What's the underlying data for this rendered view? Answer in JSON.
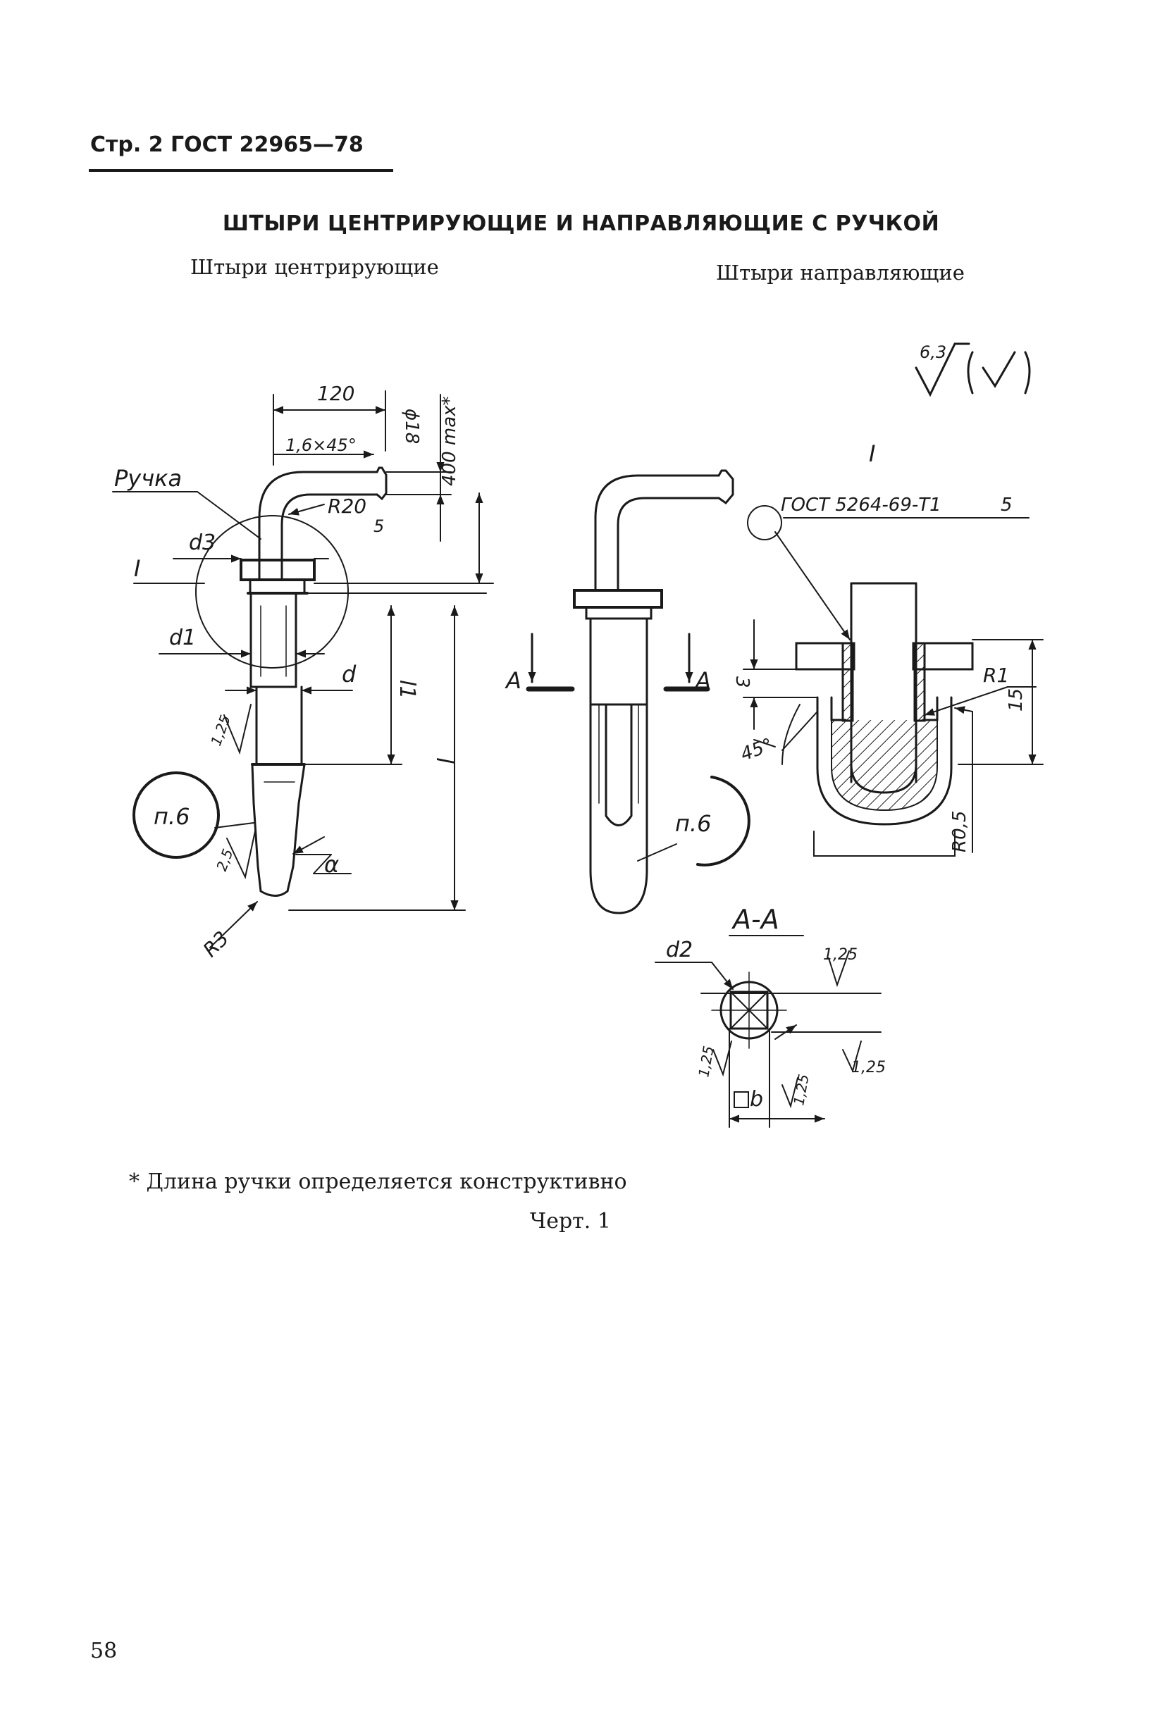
{
  "header": {
    "text": "Стр. 2 ГОСТ 22965—78"
  },
  "title": "ШТЫРИ ЦЕНТРИРУЮЩИЕ И НАПРАВЛЯЮЩИЕ С РУЧКОЙ",
  "subtitles": {
    "left": "Штыри центрирующие",
    "right": "Штыри направляющие"
  },
  "drawing": {
    "roughness_main": "6,3",
    "roughness_paren": "(√)",
    "labels": {
      "dim_120": "120",
      "chamfer": "1,6×45°",
      "dia18": "ϕ18",
      "max400": "400 max*",
      "handle": "Ручка",
      "r20": "R20",
      "dim5": "5",
      "d3": "d3",
      "view_I": "I",
      "d1": "d1",
      "d": "d",
      "l1": "l1",
      "l": "l",
      "r125": "1,25",
      "p6": "п.6",
      "r25": "2,5",
      "alpha": "α",
      "r3": "R3",
      "sectA": "A",
      "gost": "ГОСТ 5264-69-Т1",
      "weld5": "5",
      "detail_I": "I",
      "dim3": "3",
      "deg45": "45°",
      "r1": "R1",
      "dim15": "15",
      "r05": "R0,5",
      "section_AA": "А-А",
      "d2": "d2",
      "b": "b"
    }
  },
  "footnote": "* Длина ручки определяется конструктивно",
  "caption": "Черт. 1",
  "page_number": "58"
}
